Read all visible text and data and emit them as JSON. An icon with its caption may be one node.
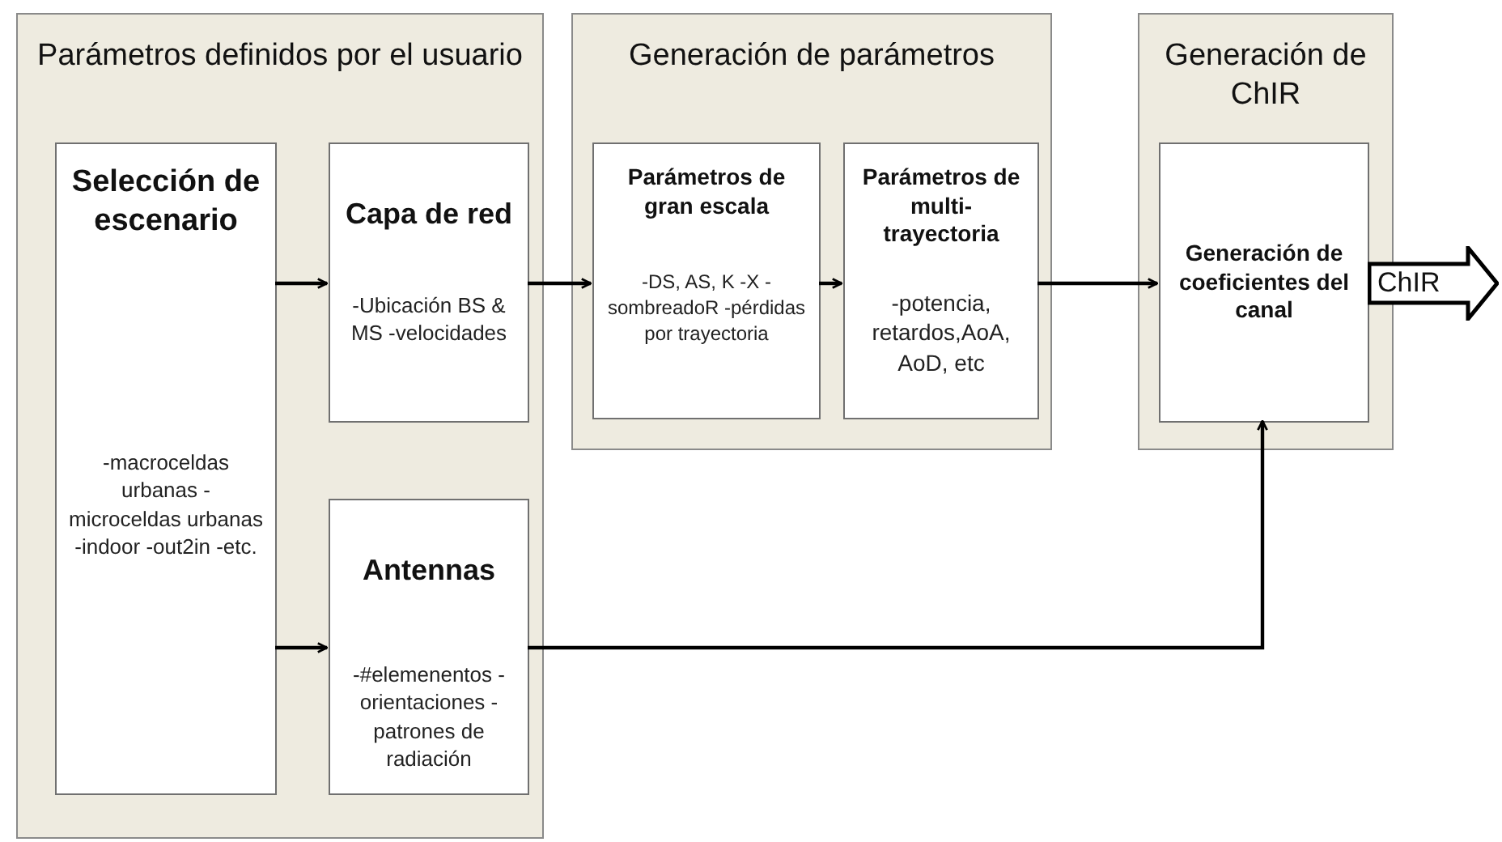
{
  "diagram": {
    "nodes": [
      {
        "text": [
          "Parámetros definidos por el usuario"
        ]
      },
      {
        "text": [
          "Selección de escenario",
          "-macroceldas urbanas -microceldas urbanas -indoor -out2in -etc."
        ],
        "in": 0
      },
      {
        "text": [
          "Capa de red",
          "-Ubicación BS & MS -velocidades"
        ],
        "in": 0
      },
      {
        "text": [
          "Antennas",
          "-#elemenentos -orientaciones -patrones de radiación"
        ],
        "in": 0
      },
      {
        "text": [
          "Generación de parámetros"
        ]
      },
      {
        "text": [
          "Parámetros de gran escala",
          "-DS, AS, K -X -sombreadoR -pérdidas por trayectoria"
        ],
        "in": 4
      },
      {
        "text": [
          "Parámetros de multi-trayectoria",
          "-potencia, retardos,AoA, AoD, etc"
        ],
        "in": 4
      },
      {
        "text": [
          "Generación de ChIR"
        ]
      },
      {
        "text": [
          "Generación de coeficientes del canal"
        ],
        "in": 7
      },
      {
        "text": [
          "ChIR"
        ]
      }
    ],
    "edges": [
      {
        "from": 1,
        "to": 2,
        "arrow": "to"
      },
      {
        "from": 1,
        "to": 3,
        "arrow": "to"
      },
      {
        "from": 2,
        "to": 5,
        "arrow": "to"
      },
      {
        "from": 5,
        "to": 6,
        "arrow": "to"
      },
      {
        "from": 6,
        "to": 8,
        "arrow": "to"
      },
      {
        "from": 3,
        "to": 8,
        "arrow": "to"
      }
    ]
  }
}
